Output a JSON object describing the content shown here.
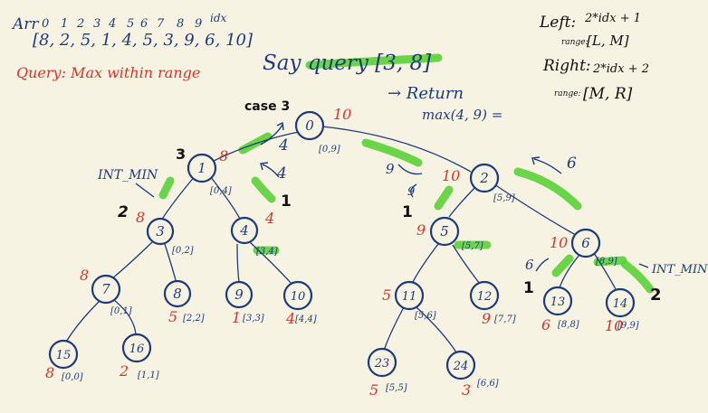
{
  "arr": {
    "label": "Arr",
    "indices": [
      "0",
      "1",
      "2",
      "3",
      "4",
      "5",
      "6",
      "7",
      "8",
      "9"
    ],
    "idx_label": "idx",
    "values": "[8, 2, 5, 1, 4, 5, 3, 9, 6, 10]"
  },
  "query_note": "Query: Max within range",
  "say_query": "Say query [3, 8]",
  "case_label": "case 3",
  "return_label": "→ Return",
  "return_expr": "max(4, 9) =",
  "left_rule": {
    "label": "Left:",
    "formula": "2*idx + 1",
    "range_label": "range:",
    "range": "[L, M]"
  },
  "right_rule": {
    "label": "Right:",
    "formula": "2*idx + 2",
    "range_label": "range:",
    "range": "[M, R]"
  },
  "int_min": "INT_MIN",
  "nodes": [
    {
      "id": "0",
      "value": "10",
      "range": "[0,9]"
    },
    {
      "id": "1",
      "value": "8",
      "range": "[0,4]"
    },
    {
      "id": "2",
      "value": "10",
      "range": "[5,9]"
    },
    {
      "id": "3",
      "value": "8",
      "range": "[0,2]"
    },
    {
      "id": "4",
      "value": "4",
      "range": "[3,4]"
    },
    {
      "id": "5",
      "value": "9",
      "range": "[5,7]"
    },
    {
      "id": "6",
      "value": "10",
      "range": "[8,9]"
    },
    {
      "id": "7",
      "value": "8",
      "range": "[0,1]"
    },
    {
      "id": "8",
      "value": "5",
      "range": "[2,2]"
    },
    {
      "id": "9",
      "value": "1",
      "range": "[3,3]"
    },
    {
      "id": "10",
      "value": "4",
      "range": "[4,4]"
    },
    {
      "id": "11",
      "value": "5",
      "range": "[5,6]"
    },
    {
      "id": "12",
      "value": "9",
      "range": "[7,7]"
    },
    {
      "id": "13",
      "value": "6",
      "range": "[8,8]"
    },
    {
      "id": "14",
      "value": "10",
      "range": "[9,9]"
    },
    {
      "id": "15",
      "value": "8",
      "range": "[0,0]"
    },
    {
      "id": "16",
      "value": "2",
      "range": "[1,1]"
    },
    {
      "id": "23",
      "value": "5",
      "range": "[5,5]"
    },
    {
      "id": "24",
      "value": "3",
      "range": "[6,6]"
    }
  ],
  "returns": [
    "4",
    "4",
    "9",
    "6",
    "6",
    "9"
  ],
  "cases": [
    "3",
    "1",
    "2",
    "1",
    "1",
    "2"
  ]
}
